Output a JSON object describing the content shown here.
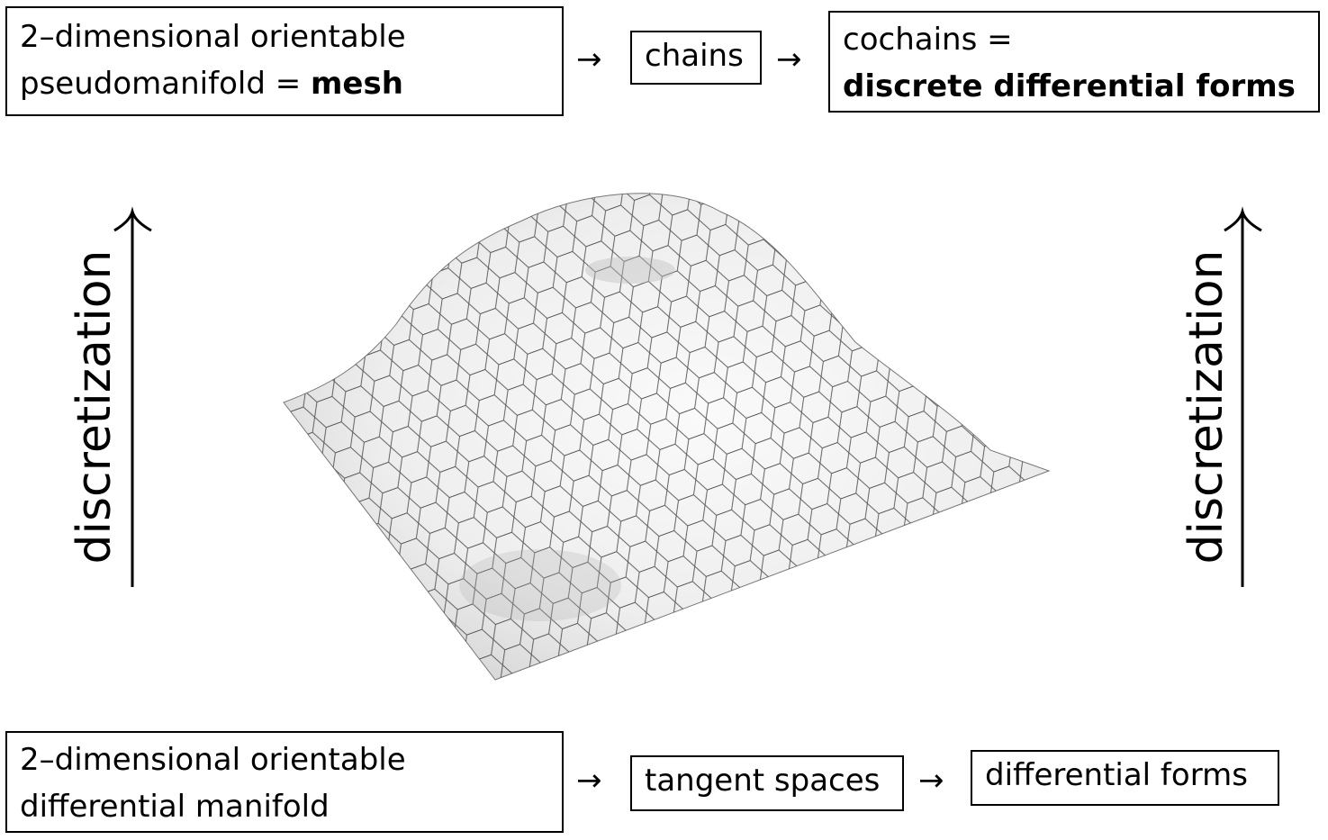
{
  "top_row": {
    "mesh_box": {
      "line1": "2–dimensional orientable",
      "line2_prefix": "pseudomanifold = ",
      "line2_bold": "mesh"
    },
    "arrow1": "→",
    "chains_box": "chains",
    "arrow2": "→",
    "cochains_box": {
      "line1": "cochains =",
      "line2_bold": "discrete differential forms"
    }
  },
  "bottom_row": {
    "manifold_box": {
      "line1": "2–dimensional orientable",
      "line2": "differential manifold"
    },
    "arrow1": "→",
    "tangent_box": "tangent spaces",
    "arrow2": "→",
    "forms_box": "differential forms"
  },
  "left_label": "discretization",
  "right_label": "discretization"
}
